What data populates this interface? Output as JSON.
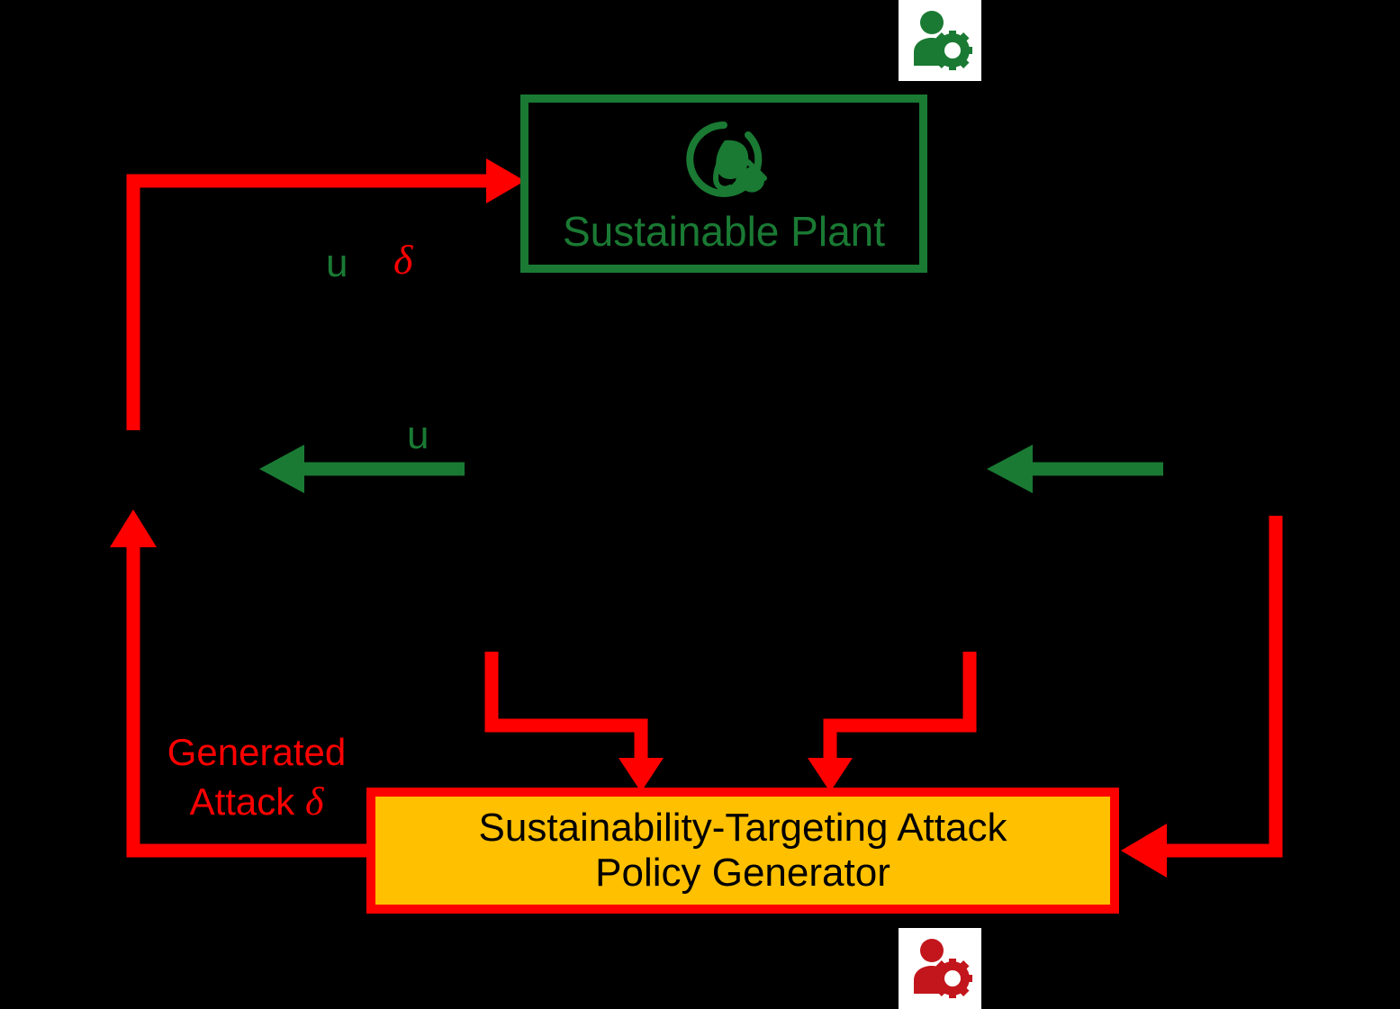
{
  "diagram": {
    "background_color": "#000000",
    "blocks": [
      {
        "id": "sustainable-plant",
        "label": "Sustainable Plant",
        "border_color": "#1a7a33",
        "text_color": "#1a7a33",
        "fill": "none",
        "icon": "leaf-plug-icon"
      },
      {
        "id": "attack-policy-generator",
        "label_line1": "Sustainability-Targeting Attack",
        "label_line2": "Policy Generator",
        "border_color": "#ff0000",
        "fill_color": "#ffc000",
        "text_color": "#000000"
      }
    ],
    "signals": {
      "u_top": "u",
      "delta_top": "δ",
      "u_mid": "u",
      "attack_line1": "Generated",
      "attack_line2": "Attack",
      "attack_delta": "δ"
    },
    "icons": [
      {
        "id": "green-operator-icon",
        "name": "person-gear-icon",
        "color": "#1a7a33",
        "tile_background": "#ffffff"
      },
      {
        "id": "red-attacker-icon",
        "name": "person-gear-icon",
        "color": "#c2161c",
        "tile_background": "#ffffff"
      }
    ],
    "colors": {
      "green": "#1a7a33",
      "red": "#ff0000",
      "orange": "#ffc000",
      "black": "#000000",
      "white": "#ffffff",
      "crimson": "#c2161c"
    }
  }
}
